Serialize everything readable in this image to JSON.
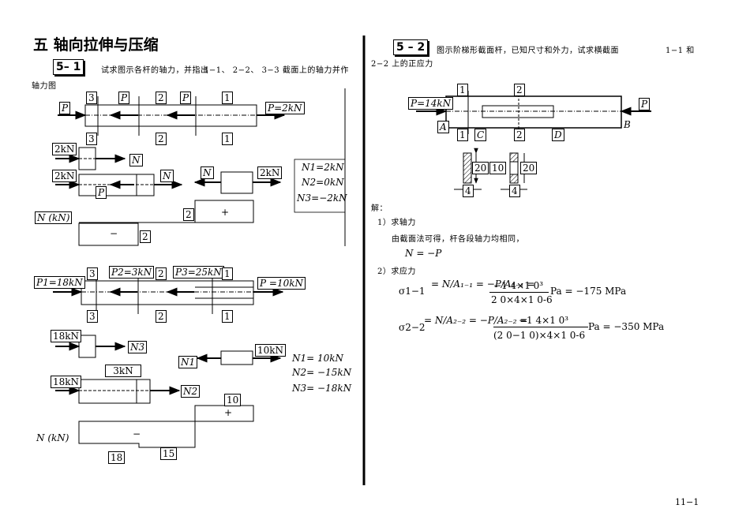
{
  "header": {
    "chapter_title": "五  轴向拉伸与压缩",
    "p1_tag": "5– 1",
    "p1_text": "试求图示各杆的轴力，并指出",
    "p1_sections": "1−1、 2−2、 3−3 截面上的轴力并作",
    "p1_text2": "轴力图",
    "p2_tag": "5 – 2",
    "p2_text": "图示阶梯形截面杆，已知尺寸和外力，试求横截面",
    "p2_text_right": "1−1 和",
    "p2_text2": "2−2 上的正应力"
  },
  "fig_a": {
    "sec3": "3",
    "sec2": "2",
    "sec1": "1",
    "p_left": "P",
    "p_mid1": "P",
    "p_mid2": "P",
    "p_right": "P=2kN",
    "fb1_force": "2kN",
    "fb1_n": "N",
    "fb1_sub": "3",
    "fb2_force": "2kN",
    "fb2_p": "P",
    "fb2_n": "N",
    "fb2_sub": "2",
    "fb3_n": "N",
    "fb3_sub": "1",
    "fb3_force": "2kN",
    "res1": "N1=2kN",
    "res2": "N2=0kN",
    "res3": "N3=−2kN",
    "axis": "N (kN)",
    "val_top": "2",
    "val_bot": "2",
    "plus": "+",
    "minus": "−"
  },
  "fig_b": {
    "p1": "P1=18kN",
    "p2": "P2=3kN",
    "p3": "P3=25kN",
    "p4": "P =10kN",
    "sec3": "3",
    "sec2": "2",
    "sec1": "1",
    "fb1_force": "18kN",
    "fb1_n": "N3",
    "fb2_force": "10kN",
    "fb2_n": "N1",
    "fb3_force_top": "3kN",
    "fb3_force": "18kN",
    "fb3_n": "N2",
    "res1": "N1= 10kN",
    "res2": "N2= −15kN",
    "res3": "N3= −18kN",
    "axis": "N (kN)",
    "val10": "10",
    "val18": "18",
    "val15": "15",
    "plus": "+",
    "minus": "−"
  },
  "fig_c": {
    "p_left": "P=14kN",
    "p_right": "P",
    "s1": "1",
    "s2": "2",
    "A": "A",
    "B": "B",
    "C": "C",
    "D": "D",
    "d20a": "20",
    "d10": "10",
    "d20b": "20",
    "d4a": "4",
    "d4b": "4"
  },
  "solution": {
    "heading": "解：",
    "step1": "1）求轴力",
    "step1_text": "由截面法可得，杆各段轴力均相同，",
    "step1_eq": "N = −P",
    "step2": "2）求应力",
    "eq1_lhs": "σ1−1",
    "eq1_result": "Pa = −175 MPa",
    "eq2_lhs": "σ2−2",
    "eq2_result": "Pa = −350 MPa",
    "num1": "−1 4×1 0³",
    "den1": "2 0×4×1 0-6",
    "num2": "−1 4×1 0³",
    "den2": "(2 0−1 0)×4×1 0-6"
  },
  "footer": {
    "page_number": "11−1"
  }
}
